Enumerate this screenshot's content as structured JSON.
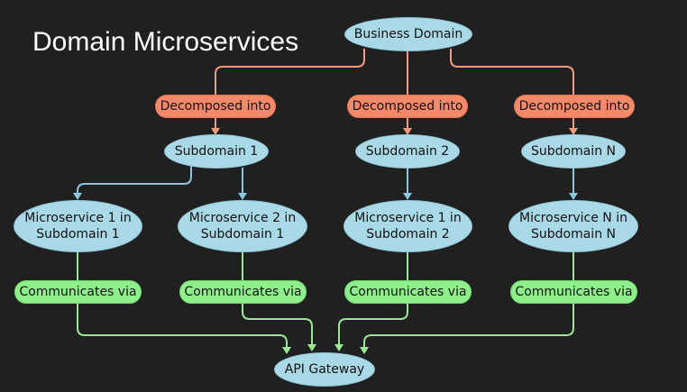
{
  "title": "Domain Microservices",
  "nodes": {
    "business_domain": "Business Domain",
    "decomposed_label": "Decomposed into",
    "subdomain_1": "Subdomain 1",
    "subdomain_2": "Subdomain 2",
    "subdomain_n": "Subdomain N",
    "ms1_sd1": {
      "line1": "Microservice 1 in",
      "line2": "Subdomain 1"
    },
    "ms2_sd1": {
      "line1": "Microservice 2 in",
      "line2": "Subdomain 1"
    },
    "ms1_sd2": {
      "line1": "Microservice 1 in",
      "line2": "Subdomain 2"
    },
    "msn_sdn": {
      "line1": "Microservice N in",
      "line2": "Subdomain N"
    },
    "communicates_label": "Communicates via",
    "api_gateway": "API Gateway"
  },
  "colors": {
    "background": "#202020",
    "node_fill": "#a9d9e6",
    "decomposed_fill": "#f5896a",
    "communicates_fill": "#8ef08a",
    "edge_orange": "#f59a7c",
    "edge_blue": "#8ac8e0",
    "edge_green": "#9be894"
  }
}
